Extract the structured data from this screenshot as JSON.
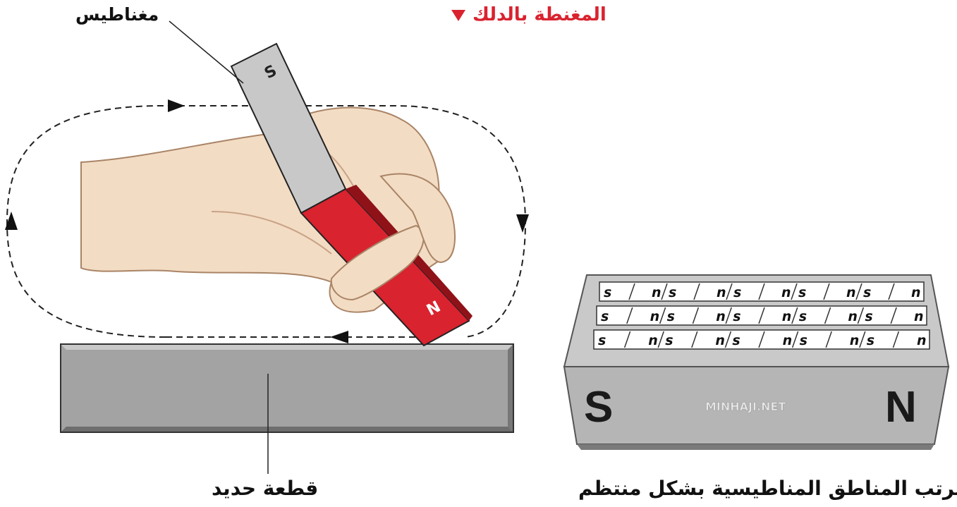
{
  "labels": {
    "title": "المغنطة بالدلك",
    "magnet": "مغناطيس",
    "iron_piece": "قطعة حديد",
    "domains_caption": "تترتب المناطق المناطيسية بشكل منتظم"
  },
  "bar_magnet": {
    "south_pole": "S",
    "north_pole": "N"
  },
  "domain_magnet": {
    "south_pole": "S",
    "north_pole": "N",
    "watermark": "MINHAJI.NET",
    "domains": [
      [
        "s",
        "n",
        "s",
        "n",
        "s",
        "n",
        "s",
        "n",
        "s",
        "n"
      ],
      [
        "s",
        "n",
        "s",
        "n",
        "s",
        "n",
        "s",
        "n",
        "s",
        "n"
      ],
      [
        "s",
        "n",
        "s",
        "n",
        "s",
        "n",
        "s",
        "n",
        "s",
        "n"
      ]
    ]
  },
  "colors": {
    "title_red": "#d9232f",
    "magnet_red": "#d9232f",
    "magnet_gray": "#c8c8c8",
    "iron_gray": "#9c9c9c",
    "skin": "#f3dcc4"
  }
}
